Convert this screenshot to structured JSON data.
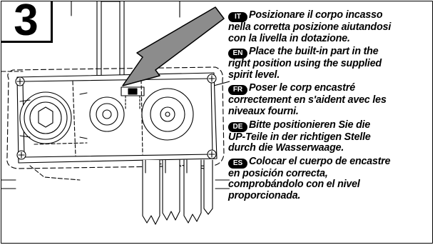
{
  "step": {
    "number": "3"
  },
  "instructions": [
    {
      "lang_code": "IT",
      "lines": [
        "Posizionare il corpo incasso",
        "nella corretta posizione  aiutandosi",
        "con la livella in dotazione."
      ]
    },
    {
      "lang_code": "EN",
      "lines": [
        "Place the built-in part in the",
        "right position using the supplied",
        "spirit level."
      ]
    },
    {
      "lang_code": "FR",
      "lines": [
        "Poser le corp encastré",
        "correctement en s'aident avec les",
        "niveaux fourni."
      ]
    },
    {
      "lang_code": "DE",
      "lines": [
        "Bitte positionieren Sie die",
        "UP-Teile in der richtigen Stelle",
        "durch die Wasserwaage."
      ]
    },
    {
      "lang_code": "ES",
      "lines": [
        "Colocar el cuerpo de encastre",
        "en posición correcta,",
        "comprobándolo con el nivel",
        "proporcionada."
      ]
    }
  ],
  "illustration": {
    "line_color": "#000000",
    "arrow_fill": "#8c8c8c",
    "arrow_outline": "#000000"
  }
}
